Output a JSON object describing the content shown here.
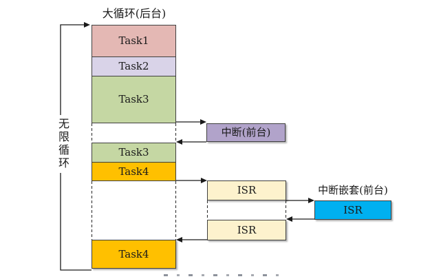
{
  "background": {
    "title": "大循环(后台)",
    "loop_label": "无限循环",
    "tasks": [
      {
        "label": "Task1",
        "color": "#e4b8b4"
      },
      {
        "label": "Task2",
        "color": "#d9d3e8"
      },
      {
        "label": "Task3",
        "color": "#c5d7a3"
      },
      {
        "label": "Task3",
        "color": "#c5d7a3"
      },
      {
        "label": "Task4",
        "color": "#ffc000"
      },
      {
        "label": "Task4",
        "color": "#ffc000"
      }
    ]
  },
  "foreground": {
    "interrupt": {
      "label": "中断(前台)",
      "color": "#b1a3ca"
    },
    "isr_first": {
      "label": "ISR",
      "color": "#fdf2cd"
    },
    "isr_second": {
      "label": "ISR",
      "color": "#fdf2cd"
    },
    "nested": {
      "title": "中断嵌套(前台)",
      "isr": {
        "label": "ISR",
        "color": "#00b0f0"
      }
    }
  },
  "colors": {
    "border": "#3f3f3f",
    "arrow": "#1a1a1a",
    "task1": "#e4b8b4",
    "task2": "#d9d3e8",
    "task3": "#c5d7a3",
    "task4": "#ffc000",
    "interrupt": "#b1a3ca",
    "isr": "#fdf2cd",
    "nested_isr": "#00b0f0"
  }
}
